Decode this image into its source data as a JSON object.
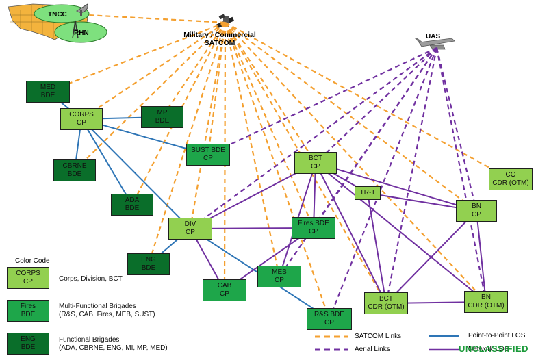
{
  "satellite": {
    "line1": "Military / Commercial",
    "line2": "SATCOM"
  },
  "uas": {
    "label": "UAS"
  },
  "map": {
    "tncc": "TNCC",
    "rhn": "RHN"
  },
  "nodes": {
    "med_bde": [
      "MED",
      "BDE"
    ],
    "corps_cp": [
      "CORPS",
      "CP"
    ],
    "mp_bde": [
      "MP",
      "BDE"
    ],
    "sust_bde_cp": [
      "SUST BDE",
      "CP"
    ],
    "cbrne_bde": [
      "CBRNE",
      "BDE"
    ],
    "ada_bde": [
      "ADA",
      "BDE"
    ],
    "bct_cp": [
      "BCT",
      "CP"
    ],
    "co_cdr": [
      "CO",
      "CDR (OTM)"
    ],
    "tr_t": [
      "TR-T"
    ],
    "bn_cp": [
      "BN",
      "CP"
    ],
    "div_cp": [
      "DIV",
      "CP"
    ],
    "fires_bde_cp": [
      "Fires BDE",
      "CP"
    ],
    "eng_bde": [
      "ENG",
      "BDE"
    ],
    "meb_cp": [
      "MEB",
      "CP"
    ],
    "cab_cp": [
      "CAB",
      "CP"
    ],
    "rs_bde_cp": [
      "R&S BDE",
      "CP"
    ],
    "bct_cdr": [
      "BCT",
      "CDR (OTM)"
    ],
    "bn_cdr": [
      "BN",
      "CDR (OTM)"
    ]
  },
  "color_code": {
    "title": "Color Code",
    "items": [
      {
        "box": [
          "CORPS",
          "CP"
        ],
        "desc": [
          "Corps, Division, BCT"
        ]
      },
      {
        "box": [
          "Fires",
          "BDE"
        ],
        "desc": [
          "Multi-Functional Brigades",
          "(R&S, CAB, Fires, MEB, SUST)"
        ]
      },
      {
        "box": [
          "ENG",
          "BDE"
        ],
        "desc": [
          "Functional Brigades",
          "(ADA, CBRNE, ENG, MI, MP, MED)"
        ]
      }
    ]
  },
  "legend": {
    "satcom": "SATCOM Links",
    "aerial": "Aerial Links",
    "p2p": "Point-to-Point LOS",
    "network": "Network LOS"
  },
  "classification": "UNCLASSIFIED",
  "colors": {
    "satcom": "#f4a030",
    "aerial": "#7030a0",
    "p2p": "#2e75b6",
    "network": "#7030a0",
    "light_green": "#92d050",
    "medium_green": "#1ea64a",
    "dark_green": "#0a6e2a"
  }
}
